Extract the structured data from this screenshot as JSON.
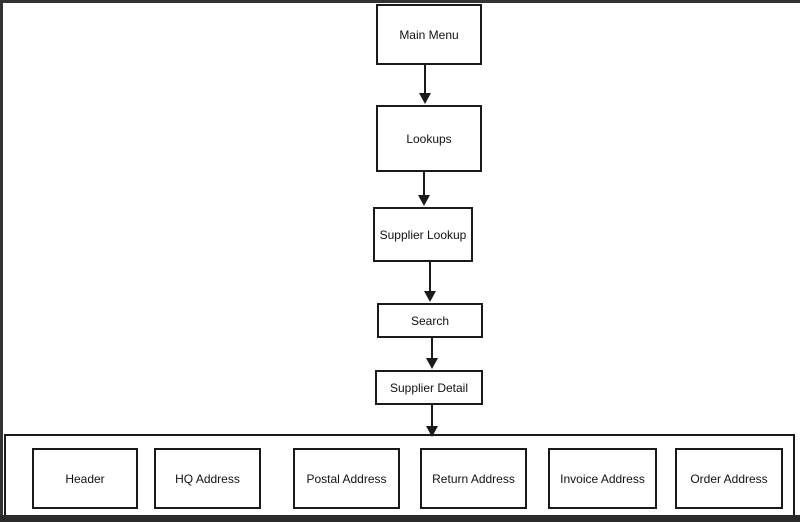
{
  "flowchart": {
    "nodes": [
      {
        "id": "main-menu",
        "label": "Main Menu"
      },
      {
        "id": "lookups",
        "label": "Lookups"
      },
      {
        "id": "supplier-lookup",
        "label": "Supplier Lookup"
      },
      {
        "id": "search",
        "label": "Search"
      },
      {
        "id": "supplier-detail",
        "label": "Supplier Detail"
      }
    ],
    "connections": [
      {
        "from": "Main Menu",
        "to": "Lookups",
        "direction": "down"
      },
      {
        "from": "Lookups",
        "to": "Supplier Lookup",
        "direction": "down"
      },
      {
        "from": "Supplier Lookup",
        "to": "Search",
        "direction": "down"
      },
      {
        "from": "Search",
        "to": "Supplier Detail",
        "direction": "down"
      },
      {
        "from": "Supplier Detail",
        "to": "detail sections container",
        "direction": "down"
      }
    ],
    "detail_sections": [
      {
        "label": "Header"
      },
      {
        "label": "HQ Address"
      },
      {
        "label": "Postal Address"
      },
      {
        "label": "Return Address"
      },
      {
        "label": "Invoice Address"
      },
      {
        "label": "Order Address"
      }
    ],
    "colors": {
      "box_border": "#1a1a1a",
      "box_fill": "#ffffff",
      "canvas": "#ffffff",
      "frame": "#333333",
      "text": "#000000"
    }
  }
}
